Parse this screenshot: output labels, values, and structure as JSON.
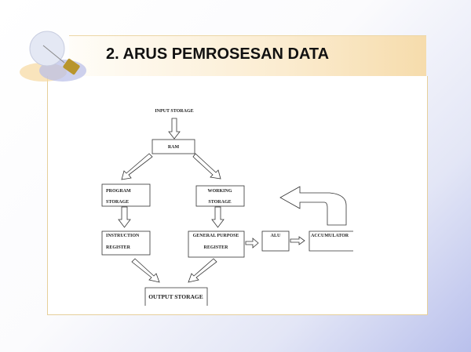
{
  "title": "2. ARUS PEMROSESAN DATA",
  "diagram": {
    "input": "INPUT STORAGE",
    "ram": "RAM",
    "program1": "PROGRAM",
    "program2": "STORAGE",
    "working1": "WORKING",
    "working2": "STORAGE",
    "instr1": "INSTRUCTION",
    "instr2": "REGISTER",
    "gpr1": "GENERAL PURPOSE",
    "gpr2": "REGISTER",
    "alu": "ALU",
    "acc": "ACCUMULATOR",
    "output": "OUTPUT STORAGE"
  }
}
